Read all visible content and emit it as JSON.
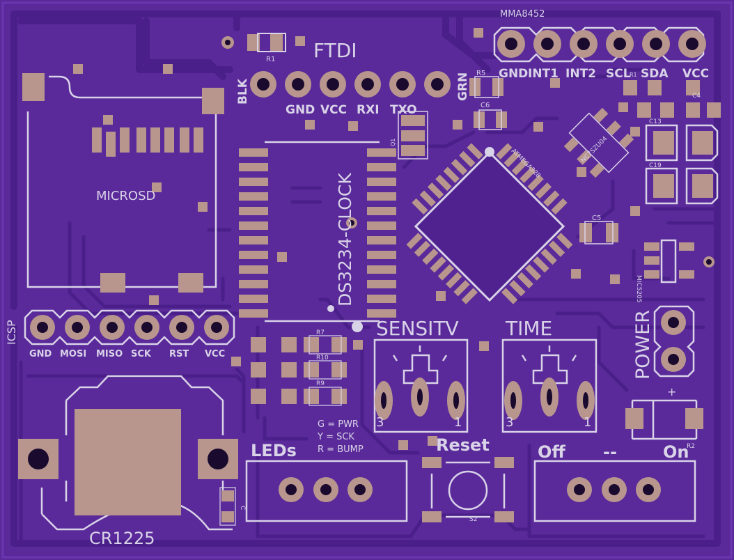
{
  "colors": {
    "board": "#5a2a9a",
    "copper": "#b8968e",
    "silk": "#d9d3e8",
    "trace": "#4a1f8a"
  },
  "labels": {
    "ftdi": "FTDI",
    "blk": "BLK",
    "grn": "GRN",
    "ftdi_pins": [
      "GND",
      "VCC",
      "RXI",
      "TXO"
    ],
    "mma": "MMA8452",
    "mma_pins": [
      "GND",
      "INT1",
      "INT2",
      "SCL",
      "SDA",
      "VCC"
    ],
    "microsd": "MICROSD",
    "ds3234": "DS3234-CLOCK",
    "atmega": "ATMEGA328",
    "ncp": "NC7SZU04",
    "mic": "MIC5205",
    "icsp": "ICSP",
    "icsp_pins": [
      "GND",
      "MOSI",
      "MISO",
      "SCK",
      "RST",
      "VCC"
    ],
    "sensitv": "SENSITV",
    "time": "TIME",
    "pot_pin3": "3",
    "pot_pin1": "1",
    "power": "POWER",
    "plus": "+",
    "leds": "LEDs",
    "legend": [
      "G = PWR",
      "Y = SCK",
      "R = BUMP"
    ],
    "reset": "Reset",
    "off": "Off",
    "dash": "--",
    "on": "On",
    "cr1225": "CR1225",
    "refs": {
      "r1": "R1",
      "r2": "R2",
      "r5": "R5",
      "r7": "R7",
      "r9": "R9",
      "r10": "R10",
      "c4": "C4",
      "c5": "C5",
      "c6": "C6",
      "c13": "C13",
      "c19": "C19",
      "q1": "Q1",
      "s2": "S2",
      "r_small": "R1",
      "c_small": "C"
    }
  }
}
